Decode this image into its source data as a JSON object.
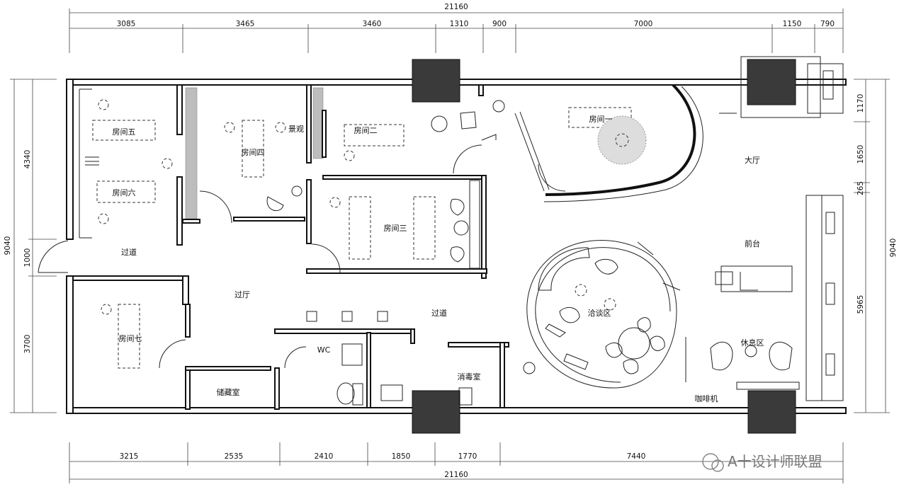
{
  "dimensions": {
    "top_total": "21160",
    "top_segments": [
      "3085",
      "3465",
      "3460",
      "1310",
      "900",
      "7000",
      "1150",
      "790"
    ],
    "bottom_segments": [
      "3215",
      "2535",
      "2410",
      "1850",
      "1770",
      "7440"
    ],
    "bottom_total": "21160",
    "left_total": "9040",
    "left_segments": [
      "4340",
      "1000",
      "3700"
    ],
    "right_total": "9040",
    "right_segments": [
      "1170",
      "1650",
      "265",
      "5965"
    ]
  },
  "rooms": {
    "room5": "房间五",
    "room6": "房间六",
    "room4": "房间四",
    "landscape": "景观",
    "room2": "房间二",
    "room1": "房间一",
    "room3": "房间三",
    "hall": "大厅",
    "reception": "前台",
    "corridor_left": "过道",
    "lobby": "过厅",
    "corridor_mid": "过道",
    "meeting": "洽谈区",
    "lounge": "休息区",
    "room7": "房间七",
    "wc": "WC",
    "disinfection": "消毒室",
    "storage": "储藏室",
    "coffee": "咖啡机"
  },
  "watermark": "A十设计师联盟"
}
